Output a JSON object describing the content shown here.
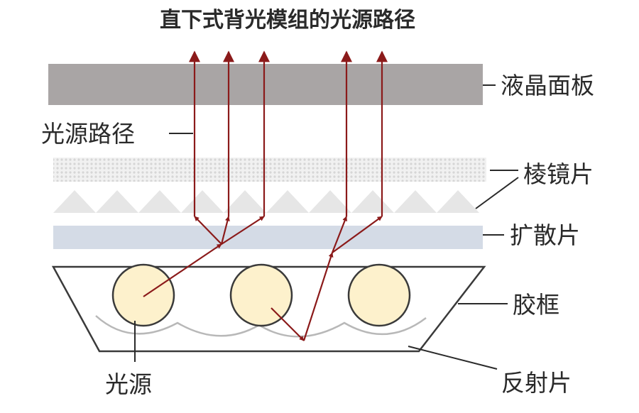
{
  "title": "直下式背光模组的光源路径",
  "labels": {
    "lcd_panel": "液晶面板",
    "light_path": "光源路径",
    "prism": "棱镜片",
    "diffuser": "扩散片",
    "frame": "胶框",
    "light_source": "光源",
    "reflector": "反射片"
  },
  "colors": {
    "lcd_panel": "#a9a5a5",
    "diffuser": "#d4dbe6",
    "prism": "#e6e6e6",
    "light_source_fill": "#fdf1cc",
    "arrow": "#8b1a1a",
    "leader_line": "#2a2a2a"
  }
}
